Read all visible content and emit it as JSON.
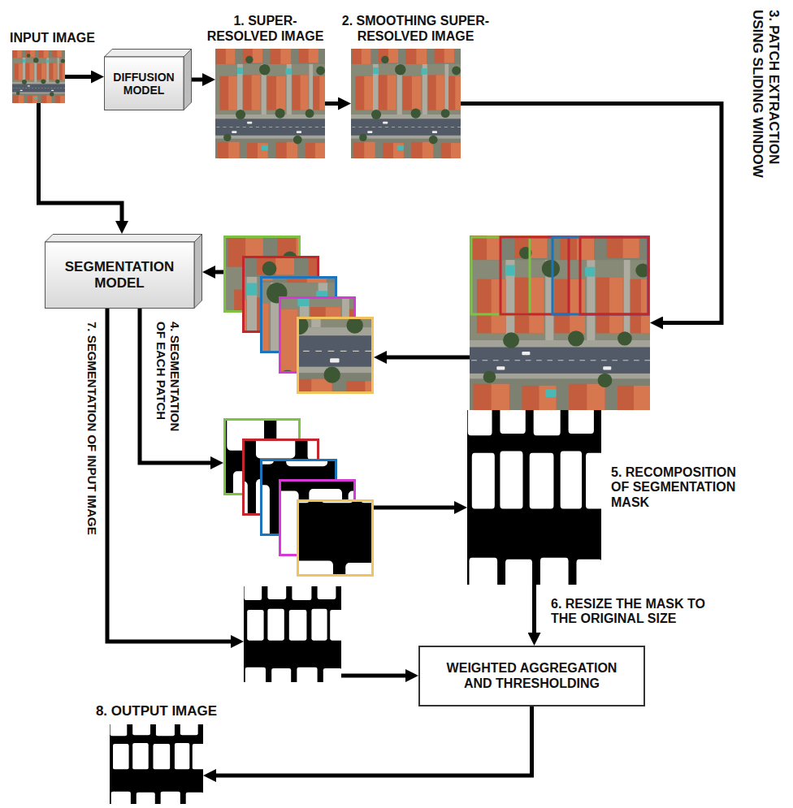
{
  "diagram": {
    "nodes": [
      {
        "text": [
          "INPUT IMAGE"
        ]
      },
      {
        "text": [
          "DIFFUSION MODEL"
        ]
      },
      {
        "text": [
          "1. SUPER- RESOLVED IMAGE"
        ]
      },
      {
        "text": [
          "2. SMOOTHING SUPER- RESOLVED IMAGE"
        ]
      },
      {
        "text": []
      },
      {
        "text": []
      },
      {
        "text": [
          "SEGMENTATION MODEL"
        ]
      },
      {
        "text": []
      },
      {
        "text": [
          "5. RECOMPOSITION OF SEGMENTATION MASK"
        ]
      },
      {
        "text": []
      },
      {
        "text": [
          "WEIGHTED AGGREGATION AND THRESHOLDING"
        ]
      },
      {
        "text": [
          "8. OUTPUT IMAGE"
        ]
      }
    ],
    "edges": [
      {
        "from": 0,
        "to": 1,
        "arrow": "to"
      },
      {
        "from": 1,
        "to": 2,
        "arrow": "to"
      },
      {
        "from": 2,
        "to": 3,
        "arrow": "to"
      },
      {
        "from": 3,
        "to": 4,
        "label": "3. PATCH EXTRACTION USING SLIDING WINDOW",
        "arrow": "to"
      },
      {
        "from": 4,
        "to": 5,
        "arrow": "to"
      },
      {
        "from": 5,
        "to": 6,
        "arrow": "to"
      },
      {
        "from": 0,
        "to": 6,
        "arrow": "to"
      },
      {
        "from": 6,
        "to": 7,
        "label": "4. SEGMENTATION OF EACH PATCH",
        "arrow": "to"
      },
      {
        "from": 7,
        "to": 8,
        "arrow": "to"
      },
      {
        "from": 8,
        "to": 10,
        "label": "6. RESIZE THE MASK TO THE ORIGINAL SIZE",
        "arrow": "to"
      },
      {
        "from": 6,
        "to": 9,
        "label": "7. SEGMENTATION OF INPUT IMAGE",
        "arrow": "to"
      },
      {
        "from": 9,
        "to": 10,
        "arrow": "to"
      },
      {
        "from": 10,
        "to": 11,
        "arrow": "to"
      }
    ]
  }
}
